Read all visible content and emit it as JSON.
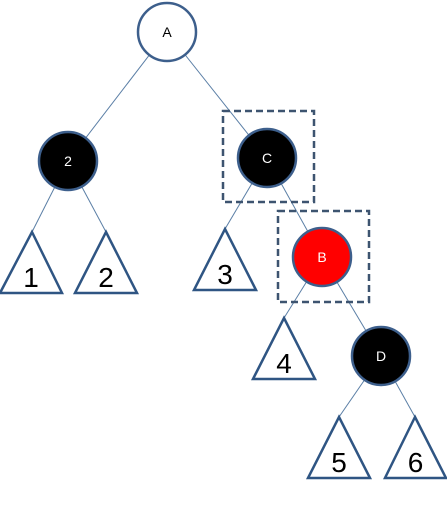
{
  "nodes": [
    {
      "id": "A",
      "label": "A",
      "fill": "#ffffff",
      "text_color": "#000000"
    },
    {
      "id": "N2",
      "label": "2",
      "fill": "#000000",
      "text_color": "#ffffff"
    },
    {
      "id": "C",
      "label": "C",
      "fill": "#000000",
      "text_color": "#ffffff"
    },
    {
      "id": "B",
      "label": "B",
      "fill": "#ff0000",
      "text_color": "#ffffff"
    },
    {
      "id": "D",
      "label": "D",
      "fill": "#000000",
      "text_color": "#ffffff"
    }
  ],
  "subtrees": [
    {
      "id": "T1",
      "label": "1"
    },
    {
      "id": "T2",
      "label": "2"
    },
    {
      "id": "T3",
      "label": "3"
    },
    {
      "id": "T4",
      "label": "4"
    },
    {
      "id": "T5",
      "label": "5"
    },
    {
      "id": "T6",
      "label": "6"
    }
  ],
  "edges": [
    [
      "A",
      "N2"
    ],
    [
      "A",
      "C"
    ],
    [
      "N2",
      "T1"
    ],
    [
      "N2",
      "T2"
    ],
    [
      "C",
      "T3"
    ],
    [
      "C",
      "B"
    ],
    [
      "B",
      "T4"
    ],
    [
      "B",
      "D"
    ],
    [
      "D",
      "T5"
    ],
    [
      "D",
      "T6"
    ]
  ],
  "highlighted": [
    "C",
    "B"
  ]
}
